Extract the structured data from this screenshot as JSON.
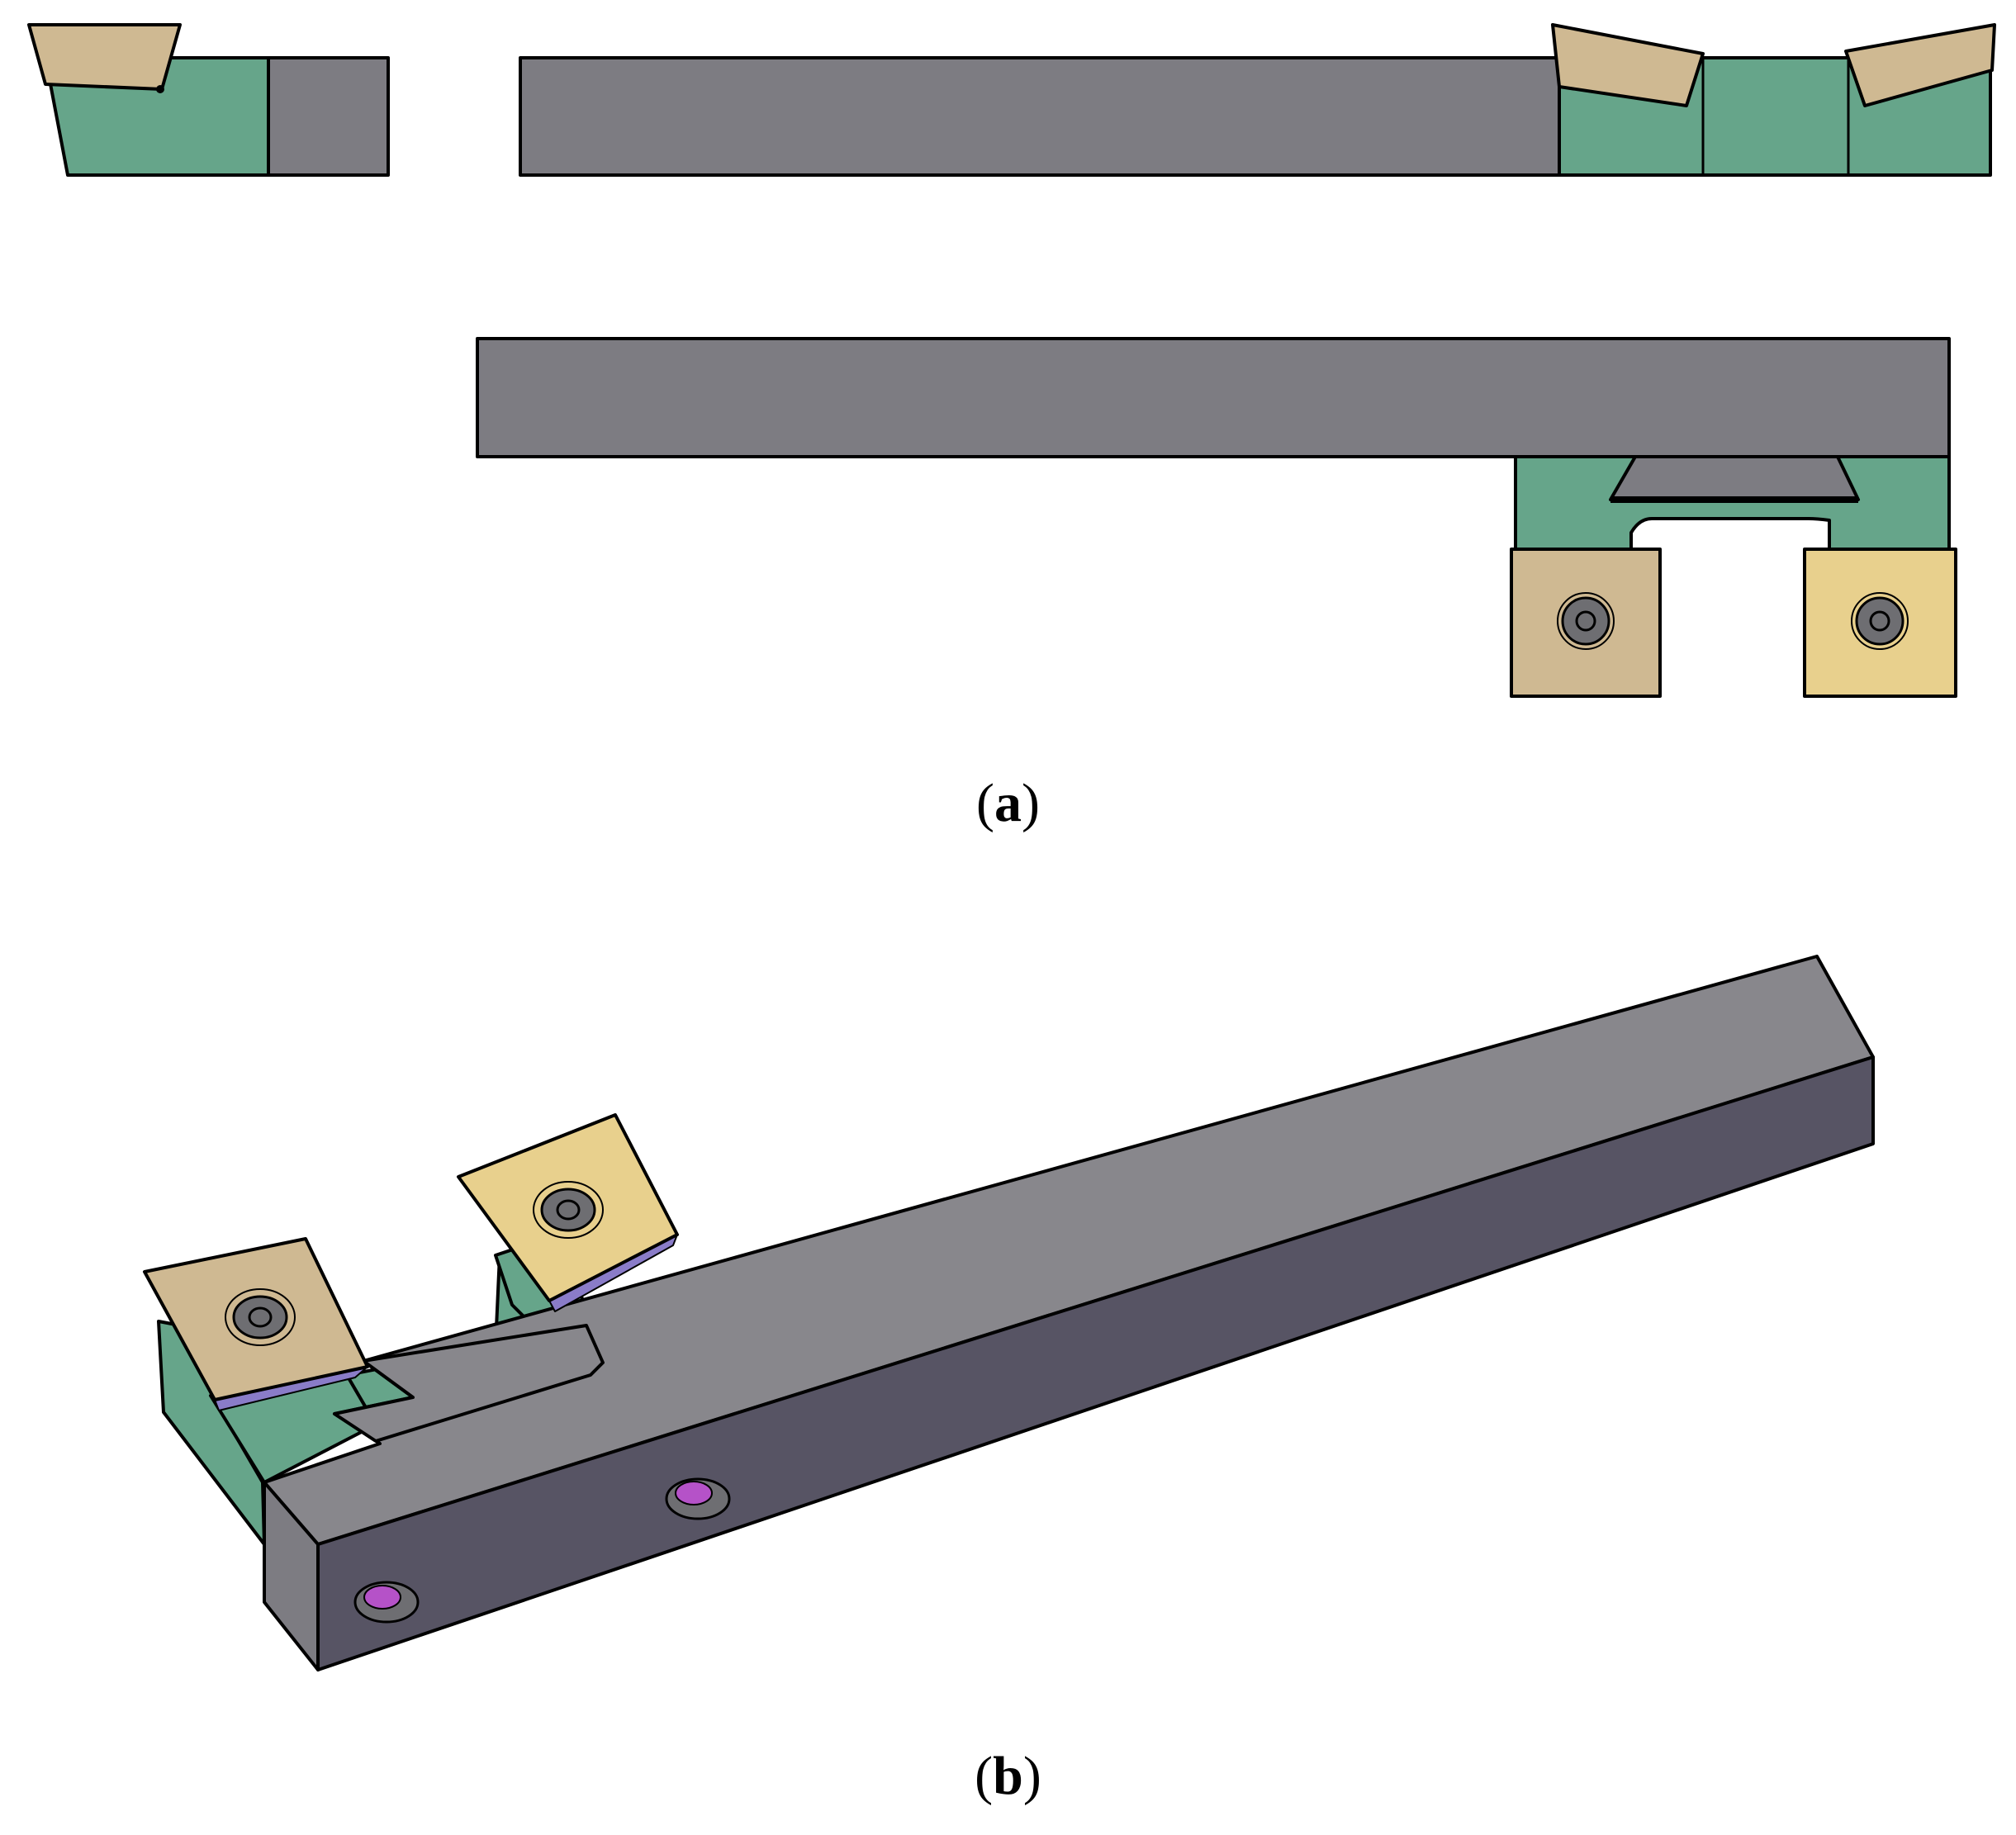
{
  "figure": {
    "panels": [
      {
        "id": "a",
        "label": "a"
      },
      {
        "id": "b",
        "label": "b"
      }
    ]
  },
  "colors": {
    "shank_gray": "#7d7c82",
    "shank_top": "#88878c",
    "shank_side": "#575464",
    "holder_green": "#66a58a",
    "insert_tan": "#cfb992",
    "insert_yellow": "#e8d08d",
    "screw_gray": "#6e6e72",
    "screw_purple": "#b552c8",
    "outline": "#000000"
  }
}
